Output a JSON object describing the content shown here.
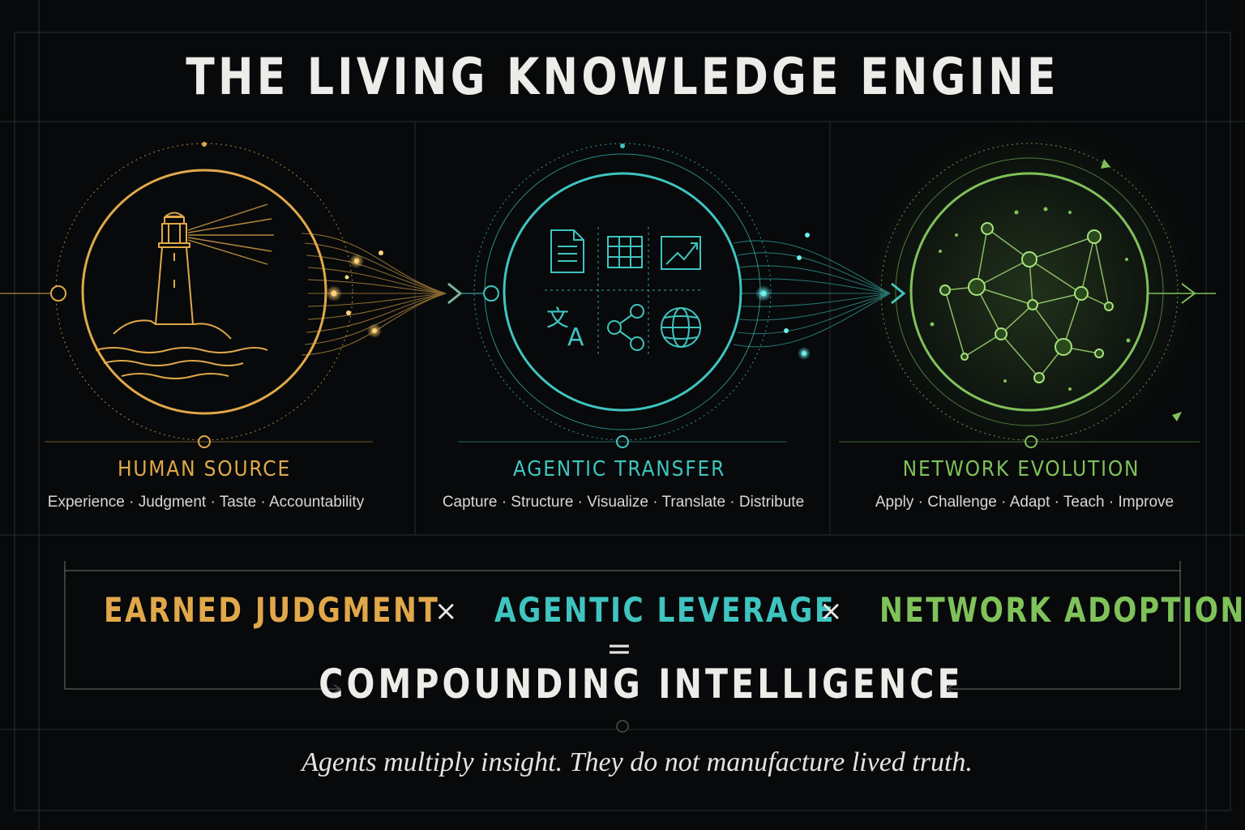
{
  "title": "THE LIVING KNOWLEDGE ENGINE",
  "colors": {
    "gold": "#e0a84a",
    "teal": "#3fc4c0",
    "green": "#7fc25a",
    "text": "#ecece8",
    "background": "#07090a"
  },
  "stages": [
    {
      "label": "HUMAN SOURCE",
      "traits": "Experience · Judgment · Taste · Accountability",
      "icon": "lighthouse-icon"
    },
    {
      "label": "AGENTIC TRANSFER",
      "traits": "Capture · Structure · Visualize · Translate · Distribute",
      "icons": [
        "document-icon",
        "table-icon",
        "line-chart-icon",
        "translate-icon",
        "share-icon",
        "globe-icon"
      ]
    },
    {
      "label": "NETWORK EVOLUTION",
      "traits": "Apply · Challenge · Adapt · Teach · Improve",
      "icon": "network-graph-icon"
    }
  ],
  "equation": {
    "term1": "EARNED JUDGMENT",
    "term2": "AGENTIC LEVERAGE",
    "term3": "NETWORK ADOPTION",
    "operator": "×",
    "equals": "=",
    "result": "COMPOUNDING INTELLIGENCE"
  },
  "tagline": "Agents multiply insight. They do not manufacture lived truth."
}
